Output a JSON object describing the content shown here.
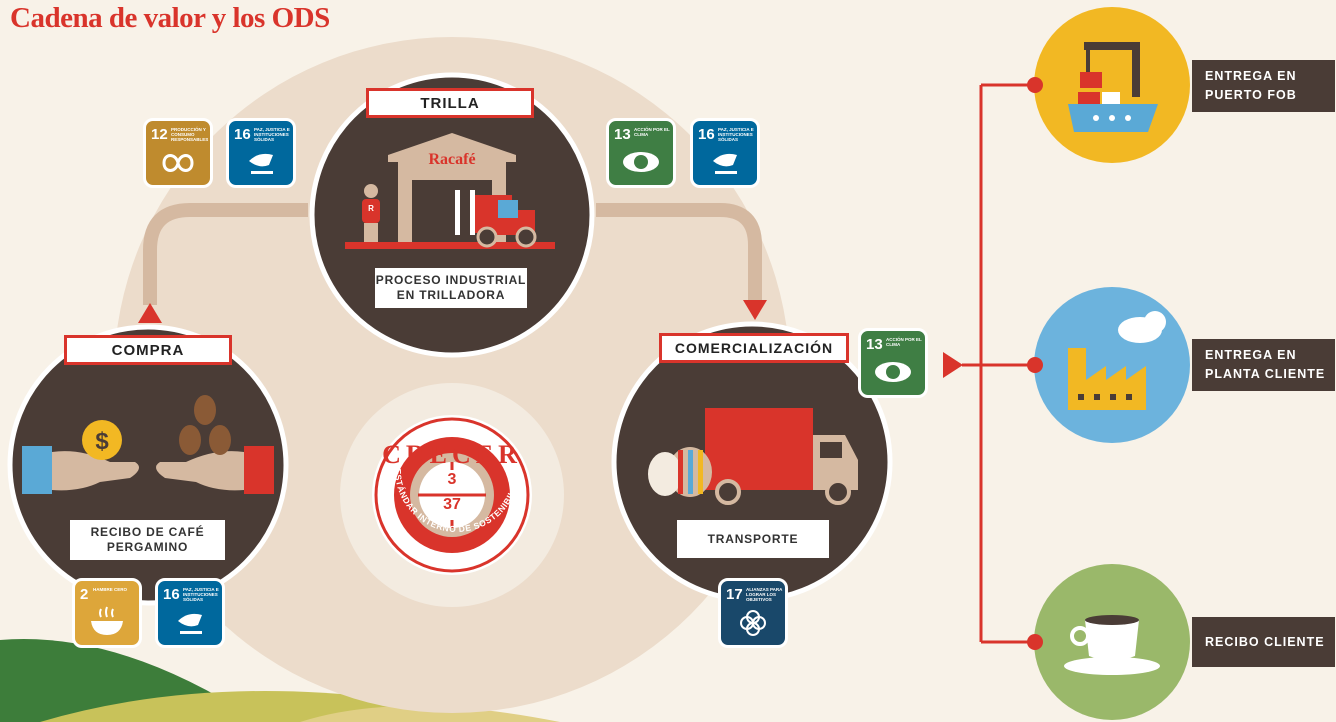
{
  "title": "Cadena de valor y los ODS",
  "stages": {
    "trilla": {
      "label": "TRILLA",
      "sub1": "PROCESO INDUSTRIAL",
      "sub2": "EN TRILLADORA",
      "brand": "Racafé"
    },
    "compra": {
      "label": "COMPRA",
      "sub1": "RECIBO DE CAFÉ",
      "sub2": "PERGAMINO"
    },
    "comercializacion": {
      "label": "COMERCIALIZACIÓN",
      "sub1": "TRANSPORTE"
    }
  },
  "crecer": {
    "word": "CRECER",
    "top": "3",
    "bottom": "37",
    "ring": "ESTÁNDAR INTERNO DE SOSTENIBILIDAD"
  },
  "destinations": [
    {
      "line1": "ENTREGA EN",
      "line2": "PUERTO FOB"
    },
    {
      "line1": "ENTREGA EN",
      "line2": "PLANTA CLIENTE"
    },
    {
      "line1": "RECIBO CLIENTE",
      "line2": ""
    }
  ],
  "sdgs": {
    "s12": {
      "num": "12",
      "text": "PRODUCCIÓN Y CONSUMO RESPONSABLES",
      "color": "#bf8b2e"
    },
    "s16a": {
      "num": "16",
      "text": "PAZ, JUSTICIA E INSTITUCIONES SÓLIDAS",
      "color": "#00689d"
    },
    "s13a": {
      "num": "13",
      "text": "ACCIÓN POR EL CLIMA",
      "color": "#3f7e44"
    },
    "s16b": {
      "num": "16",
      "text": "PAZ, JUSTICIA E INSTITUCIONES SÓLIDAS",
      "color": "#00689d"
    },
    "s13b": {
      "num": "13",
      "text": "ACCIÓN POR EL CLIMA",
      "color": "#3f7e44"
    },
    "s2": {
      "num": "2",
      "text": "HAMBRE CERO",
      "color": "#dda63a"
    },
    "s16c": {
      "num": "16",
      "text": "PAZ, JUSTICIA E INSTITUCIONES SÓLIDAS",
      "color": "#00689d"
    },
    "s17": {
      "num": "17",
      "text": "ALIANZAS PARA LOGRAR LOS OBJETIVOS",
      "color": "#19486a"
    }
  },
  "colors": {
    "red": "#d9342b",
    "dark": "#4a3c36",
    "beige": "#ecdccb",
    "cream": "#f8f2e8"
  }
}
